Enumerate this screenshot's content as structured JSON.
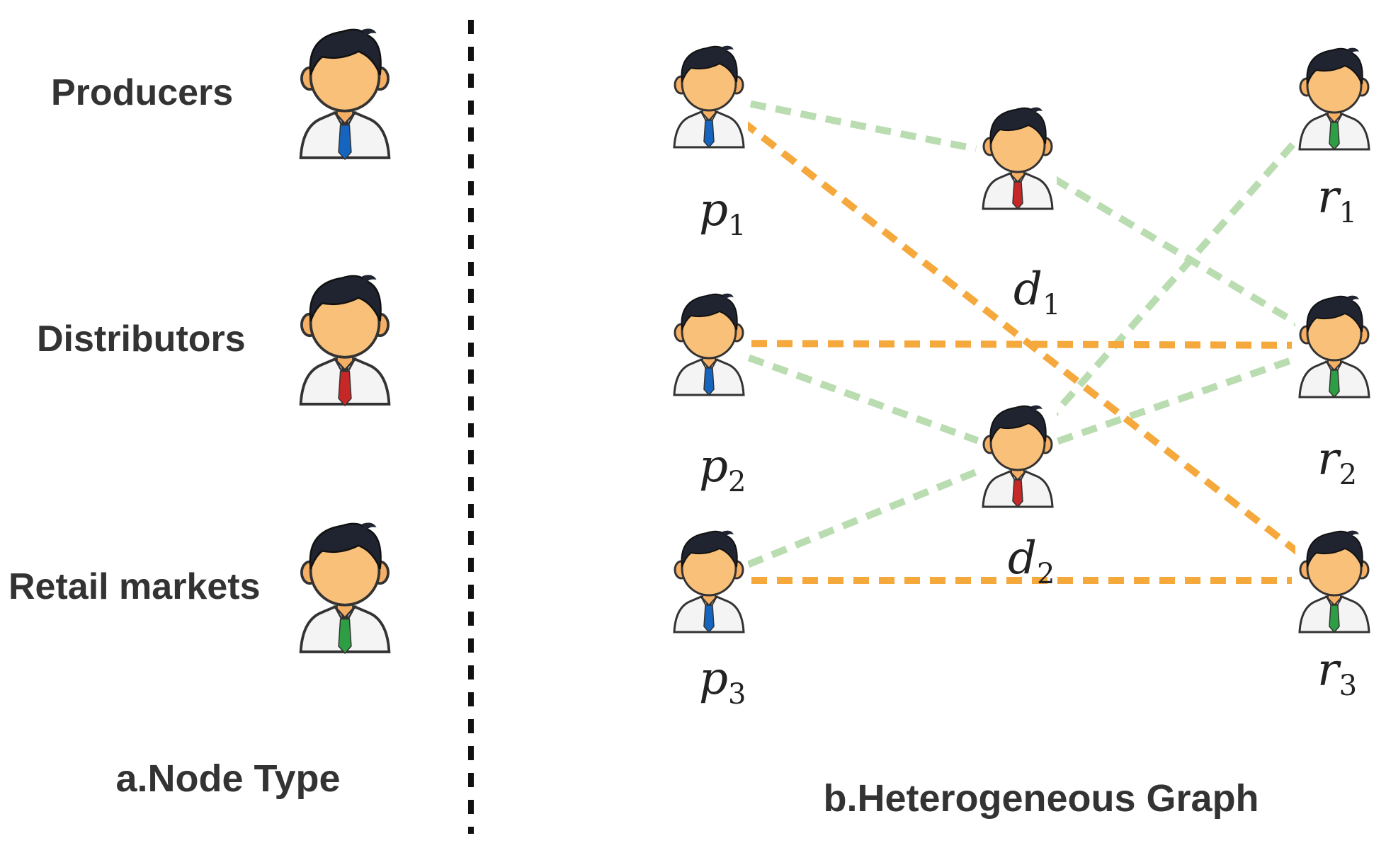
{
  "node_types": {
    "caption": "a.Node Type",
    "items": [
      {
        "key": "producer",
        "label": "Producers",
        "tie_color": "#1565c0"
      },
      {
        "key": "distributor",
        "label": "Distributors",
        "tie_color": "#c62828"
      },
      {
        "key": "retail",
        "label": "Retail markets",
        "tie_color": "#2e9e44"
      }
    ]
  },
  "graph": {
    "caption": "b.Heterogeneous Graph",
    "nodes": [
      {
        "id": "p1",
        "name": "p",
        "index": "1",
        "type": "producer"
      },
      {
        "id": "p2",
        "name": "p",
        "index": "2",
        "type": "producer"
      },
      {
        "id": "p3",
        "name": "p",
        "index": "3",
        "type": "producer"
      },
      {
        "id": "d1",
        "name": "d",
        "index": "1",
        "type": "distributor"
      },
      {
        "id": "d2",
        "name": "d",
        "index": "2",
        "type": "distributor"
      },
      {
        "id": "r1",
        "name": "r",
        "index": "1",
        "type": "retail"
      },
      {
        "id": "r2",
        "name": "r",
        "index": "2",
        "type": "retail"
      },
      {
        "id": "r3",
        "name": "r",
        "index": "3",
        "type": "retail"
      }
    ],
    "edges": [
      {
        "from": "p1",
        "to": "d1",
        "kind": "green"
      },
      {
        "from": "d1",
        "to": "r2",
        "kind": "green"
      },
      {
        "from": "p2",
        "to": "d2",
        "kind": "green"
      },
      {
        "from": "p3",
        "to": "d2",
        "kind": "green"
      },
      {
        "from": "d2",
        "to": "r1",
        "kind": "green"
      },
      {
        "from": "d2",
        "to": "r2",
        "kind": "green"
      },
      {
        "from": "p1",
        "to": "r3",
        "kind": "orange"
      },
      {
        "from": "p2",
        "to": "r2",
        "kind": "orange"
      },
      {
        "from": "p3",
        "to": "r3",
        "kind": "orange"
      }
    ],
    "edge_colors": {
      "green": "#b9dcb0",
      "orange": "#f5a83c"
    }
  },
  "divider_color": "#111111"
}
